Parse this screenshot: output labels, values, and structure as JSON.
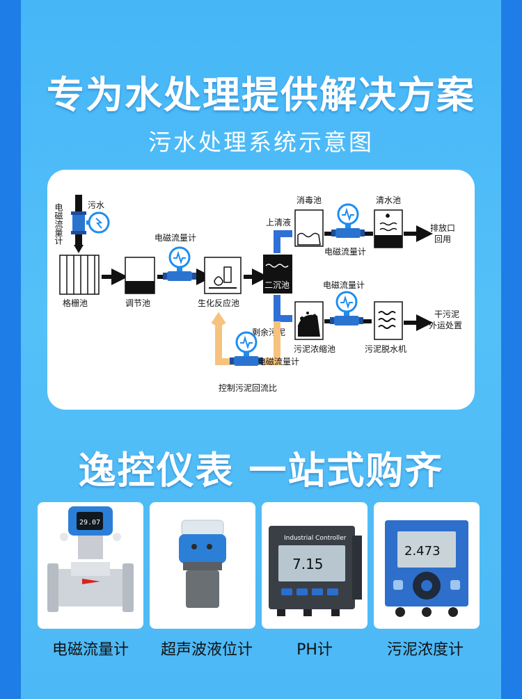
{
  "header": {
    "title": "专为水处理提供解决方案",
    "subtitle": "污水处理系统示意图"
  },
  "diagram": {
    "wastewater": "污水",
    "flowmeter_vertical": "电磁流量计",
    "grille_tank": "格栅池",
    "regulating_tank": "调节池",
    "flowmeter_1": "电磁流量计",
    "bio_reactor": "生化反应池",
    "secondary_tank": "二沉池",
    "supernatant": "上清液",
    "disinfection_tank": "消毒池",
    "flowmeter_2": "电磁流量计",
    "clear_water_tank": "清水池",
    "discharge_outlet": "排放口\n回用",
    "residual_sludge": "剩余污泥",
    "sludge_thickening_tank": "污泥浓缩池",
    "flowmeter_3": "电磁流量计",
    "dewatering_machine": "污泥脱水机",
    "dry_sludge": "干污泥\n外运处置",
    "flowmeter_4": "电磁流量计",
    "return_control": "控制污泥回流比"
  },
  "section2": {
    "title": "逸控仪表  一站式购齐"
  },
  "products": [
    {
      "name": "电磁流量计",
      "screen": "29.07"
    },
    {
      "name": "超声波液位计",
      "screen": ""
    },
    {
      "name": "PH计",
      "screen": "7.15",
      "brand": "Industrial Controller"
    },
    {
      "name": "污泥浓度计",
      "screen": "2.473"
    }
  ],
  "colors": {
    "background": "#1f7de8",
    "panel": "#4cb8f6",
    "pipe_blue": "#2f6fd6",
    "pipe_orange": "#f7c27e",
    "flowmeter_blue": "#1d8df0"
  }
}
